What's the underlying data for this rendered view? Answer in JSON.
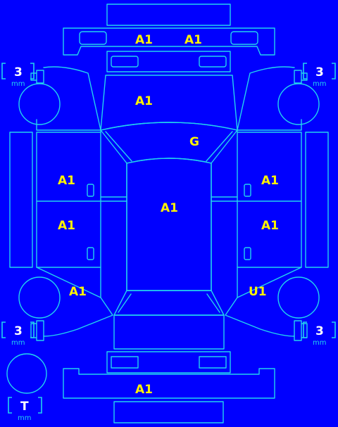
{
  "codes": {
    "front_bumper_left": "A1",
    "front_bumper_right": "A1",
    "hood": "A1",
    "windshield": "G",
    "roof": "A1",
    "front_door_left": "A1",
    "rear_door_left": "A1",
    "front_door_right": "A1",
    "rear_door_right": "A1",
    "rear_fender_left": "A1",
    "rear_fender_right": "U1",
    "rear_bumper": "A1"
  },
  "tires": {
    "front_left": {
      "value": "3",
      "unit": "mm"
    },
    "front_right": {
      "value": "3",
      "unit": "mm"
    },
    "rear_left": {
      "value": "3",
      "unit": "mm"
    },
    "rear_right": {
      "value": "3",
      "unit": "mm"
    },
    "spare": {
      "value": "T",
      "unit": "mm"
    }
  },
  "colors": {
    "background": "#0000ff",
    "outline": "#22d3ee",
    "code": "#fff200",
    "tread": "#ffffff"
  }
}
